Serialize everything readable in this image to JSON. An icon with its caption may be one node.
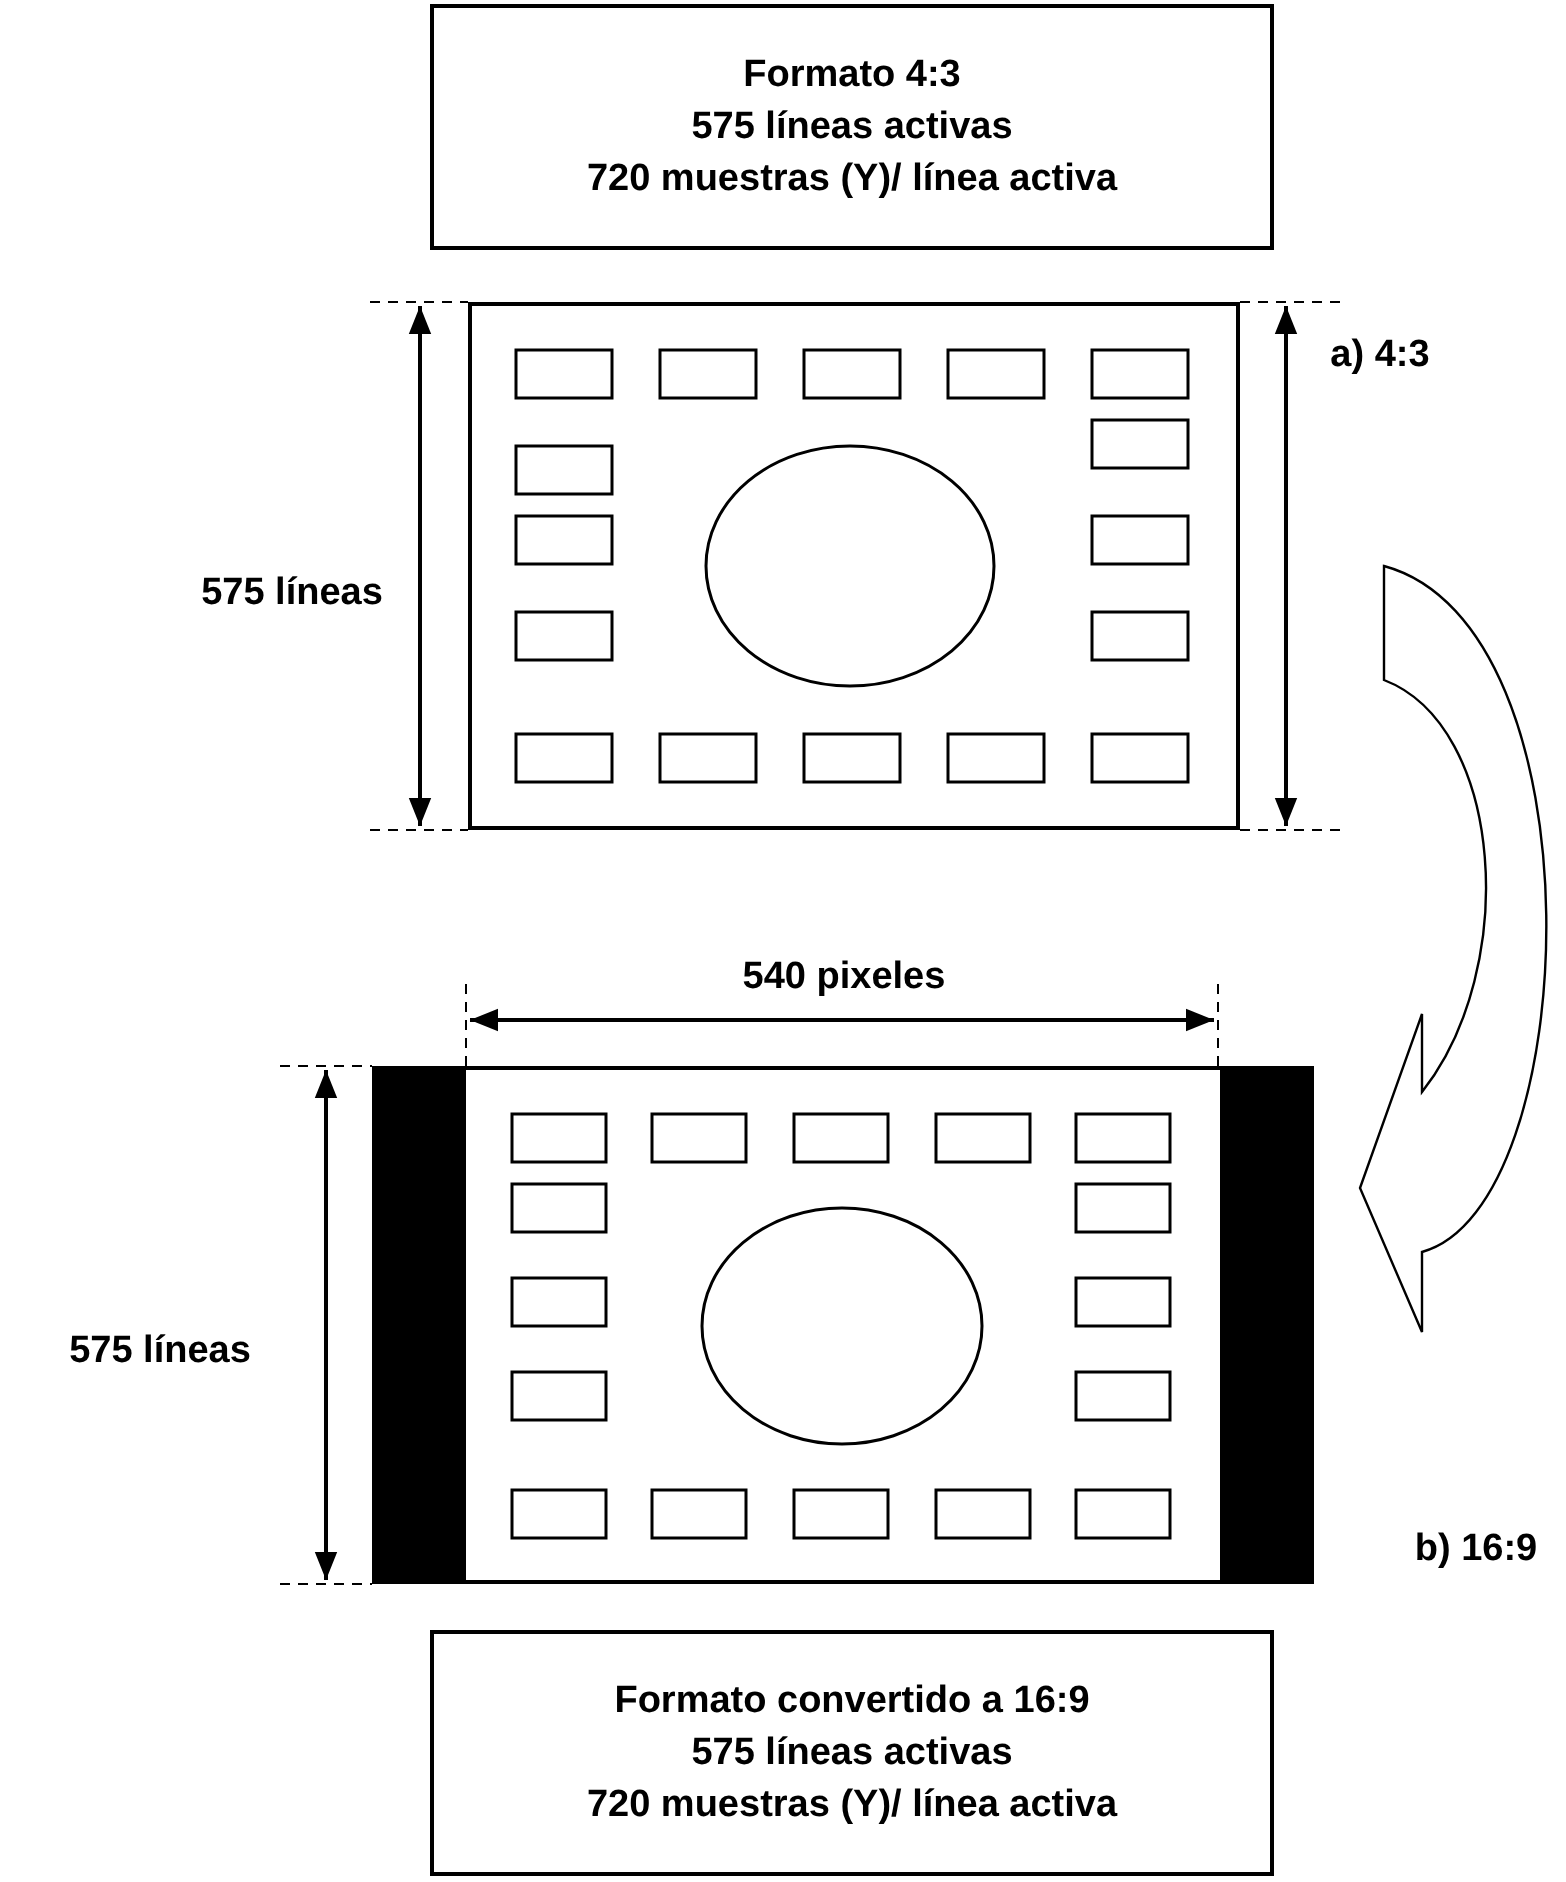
{
  "diagram": {
    "nodes": [
      {
        "text": [
          "Formato 4:3",
          "575 líneas activas",
          "720 muestras (Y)/ línea activa"
        ]
      },
      {
        "text": [],
        "shape": "box"
      },
      {
        "text": [],
        "shape": "box"
      },
      {
        "text": [
          "Formato convertido a 16:9",
          "575 líneas activas",
          "720 muestras (Y)/ línea activa"
        ]
      }
    ],
    "edges": [
      {
        "from": 1,
        "to": 2,
        "arrow": "to"
      }
    ],
    "labels": [
      "575 líneas",
      "a) 4:3",
      "540 pixeles",
      "575 líneas",
      "b) 16:9"
    ]
  }
}
